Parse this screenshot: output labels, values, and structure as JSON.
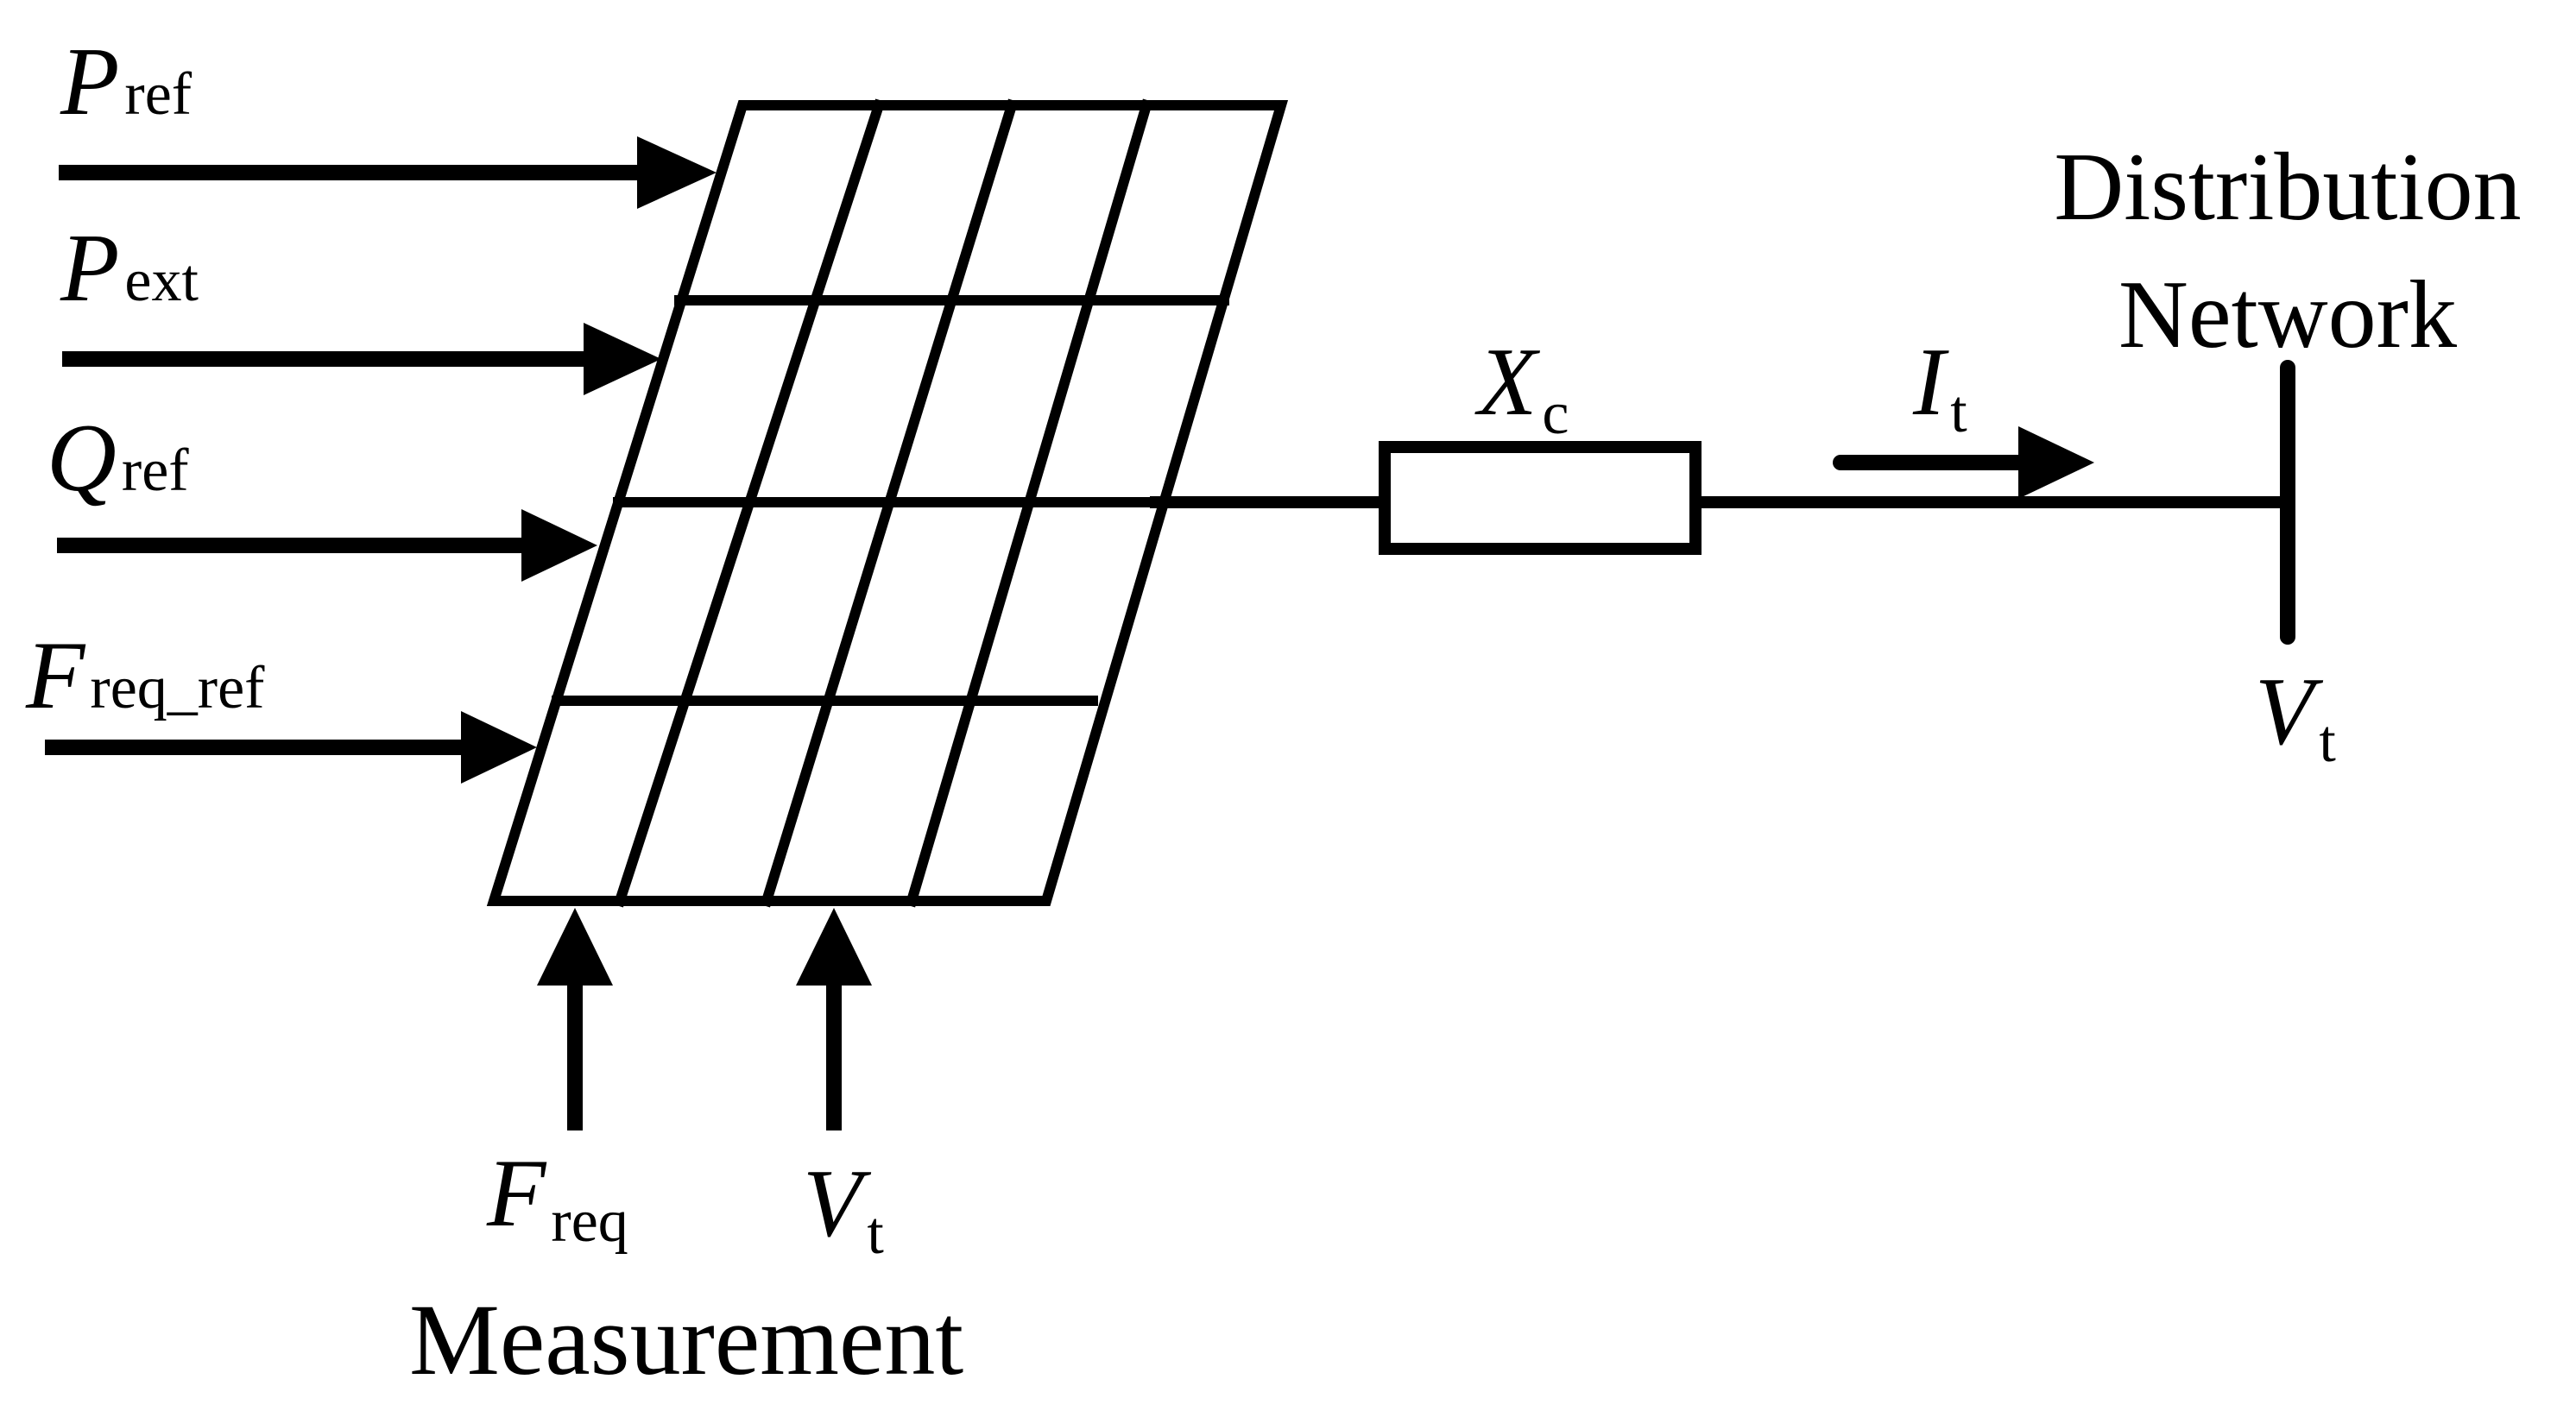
{
  "inputs": [
    {
      "symbol": "P",
      "sub": "ref"
    },
    {
      "symbol": "P",
      "sub": "ext"
    },
    {
      "symbol": "Q",
      "sub": "ref"
    },
    {
      "symbol": "F",
      "sub": "req_ref"
    }
  ],
  "measurements": [
    {
      "symbol": "F",
      "sub": "req"
    },
    {
      "symbol": "V",
      "sub": "t"
    }
  ],
  "measurement_label": "Measurement",
  "reactance": {
    "symbol": "X",
    "sub": "c"
  },
  "current": {
    "symbol": "I",
    "sub": "t"
  },
  "network": {
    "line1": "Distribution",
    "line2": "Network"
  },
  "bus_voltage": {
    "symbol": "V",
    "sub": "t"
  }
}
